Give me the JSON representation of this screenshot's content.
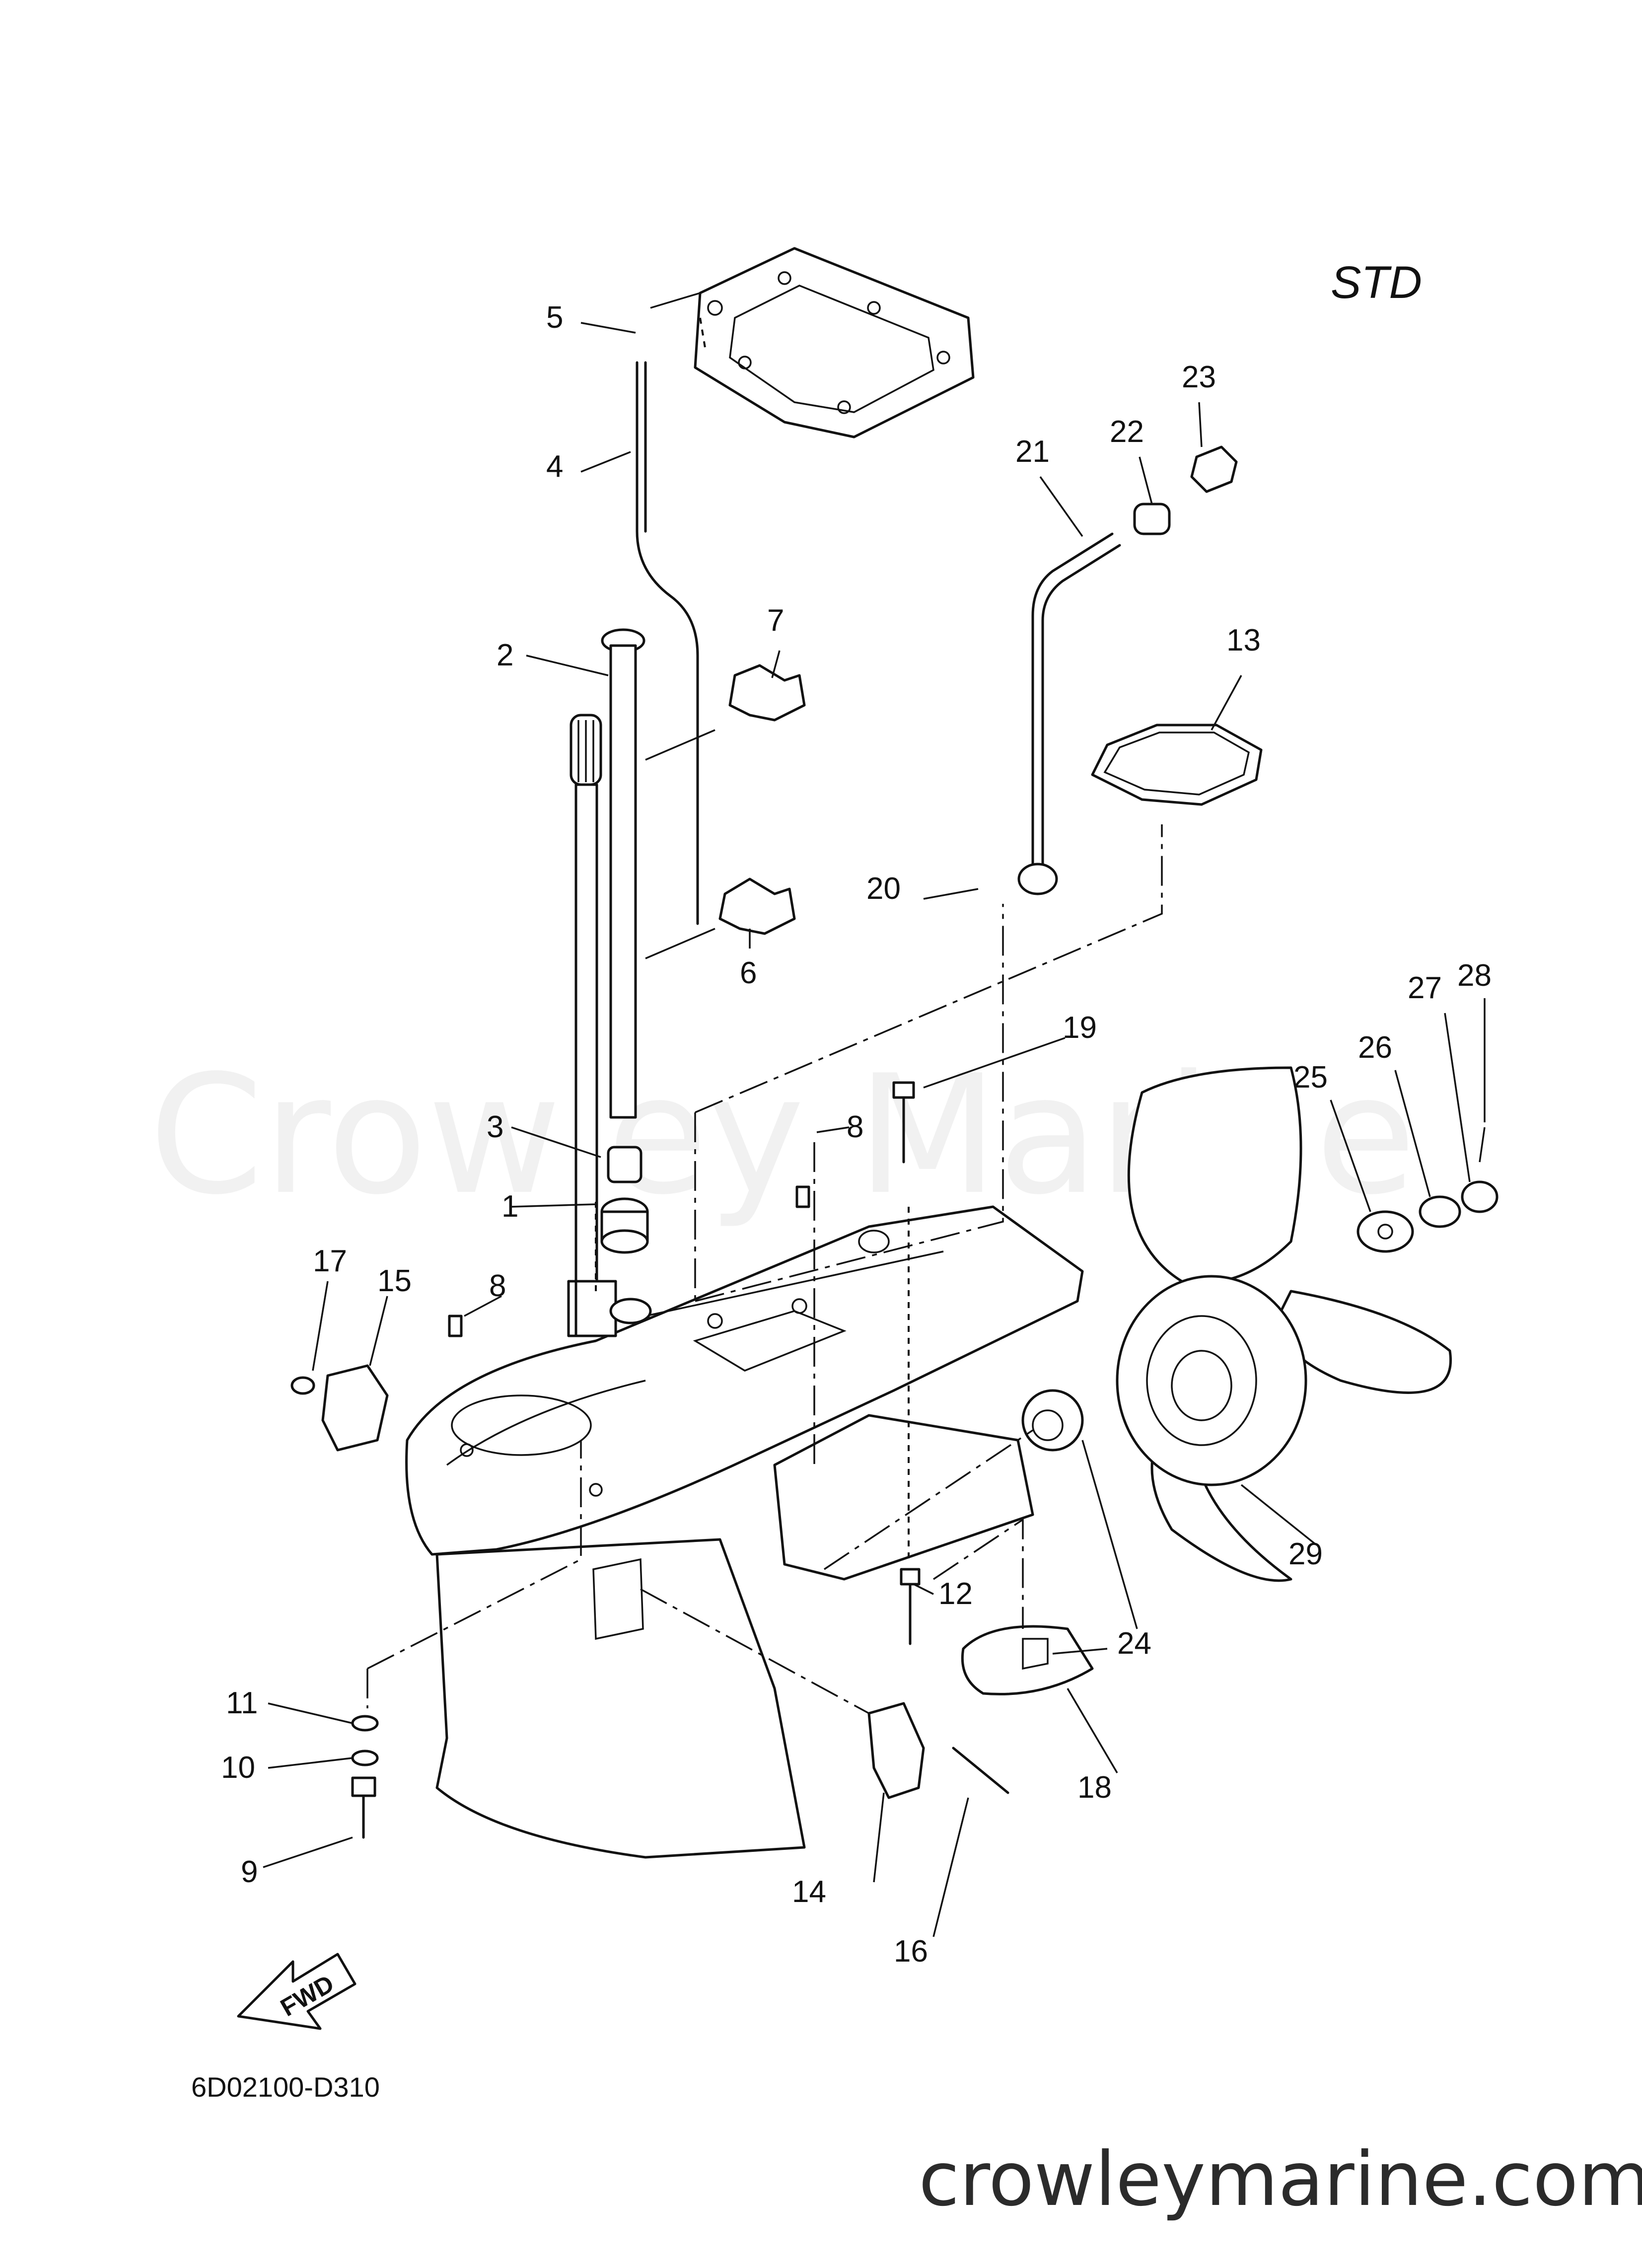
{
  "diagram": {
    "title_code": "STD",
    "drawing_code": "6D02100-D310",
    "watermark": "Crowley Marine",
    "site": "crowleymarine.com",
    "fwd_label": "FWD",
    "callouts": [
      "1",
      "2",
      "3",
      "4",
      "5",
      "6",
      "7",
      "8",
      "8",
      "9",
      "10",
      "11",
      "12",
      "13",
      "14",
      "15",
      "16",
      "17",
      "18",
      "19",
      "20",
      "21",
      "22",
      "23",
      "24",
      "25",
      "26",
      "27",
      "28",
      "29"
    ]
  }
}
